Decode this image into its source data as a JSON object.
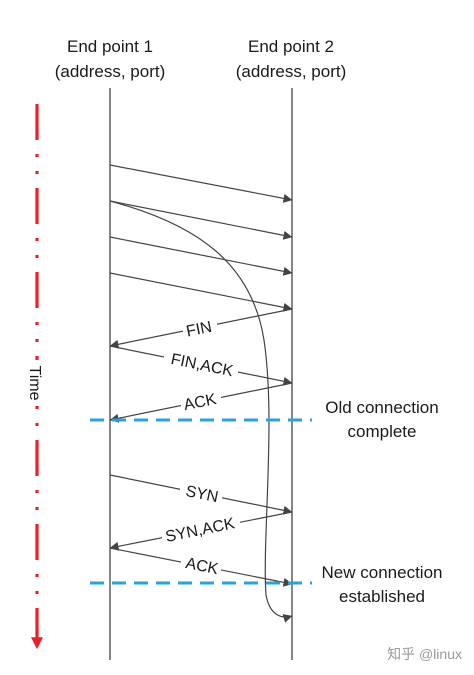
{
  "endpoints": [
    {
      "title": "End point 1",
      "subtitle": "(address, port)"
    },
    {
      "title": "End point 2",
      "subtitle": "(address, port)"
    }
  ],
  "time_label": "Time",
  "messages": [
    {
      "label": "FIN"
    },
    {
      "label": "FIN,ACK"
    },
    {
      "label": "ACK"
    },
    {
      "label": "SYN"
    },
    {
      "label": "SYN,ACK"
    },
    {
      "label": "ACK"
    }
  ],
  "milestones": [
    {
      "line1": "Old connection",
      "line2": "complete"
    },
    {
      "line1": "New connection",
      "line2": "established"
    }
  ],
  "watermark": "知乎 @linux",
  "colors": {
    "time_axis": "#e8202a",
    "milestone_line": "#2aa3dc",
    "line": "#444444"
  }
}
